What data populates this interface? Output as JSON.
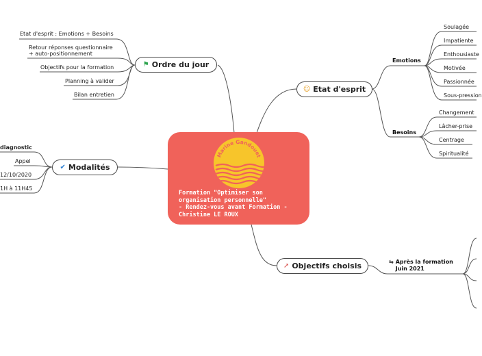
{
  "central": {
    "logo_text": "Marine Gandouet",
    "title": "Formation \"Optimiser son\norganisation personnelle\"\n- Rendez-vous avant Formation -\nChristine LE ROUX"
  },
  "colors": {
    "central_bg": "#f0625a",
    "logo_ring": "#f7c52b",
    "line": "#555555"
  },
  "ordre": {
    "label": "Ordre du jour",
    "icon": "flag-icon",
    "items": [
      "Etat d'esprit : Emotions + Besoins",
      "Retour réponses questionnaire\n+ auto-positionnement",
      "Objectifs pour la formation",
      "Planning à valider",
      "Bilan entretien"
    ]
  },
  "etat": {
    "label": "Etat d'esprit",
    "icon": "smiley-icon",
    "emotions": {
      "label": "Emotions",
      "items": [
        "Soulagée",
        "Impatiente",
        "Enthousiaste",
        "Motivée",
        "Passionnée",
        "Sous-pression"
      ]
    },
    "besoins": {
      "label": "Besoins",
      "items": [
        "Changement",
        "Lâcher-prise",
        "Centrage",
        "Spiritualité"
      ]
    }
  },
  "modalites": {
    "label": "Modalités",
    "icon": "check-circle-icon",
    "items": [
      "diagnostic",
      "Appel",
      "12/10/2020",
      "1H à 11H45"
    ]
  },
  "objectifs": {
    "label": "Objectifs choisis",
    "icon": "rocket-icon",
    "sub": {
      "label": "Après la formation\nJuin 2021",
      "icon": "arrows-icon"
    }
  }
}
